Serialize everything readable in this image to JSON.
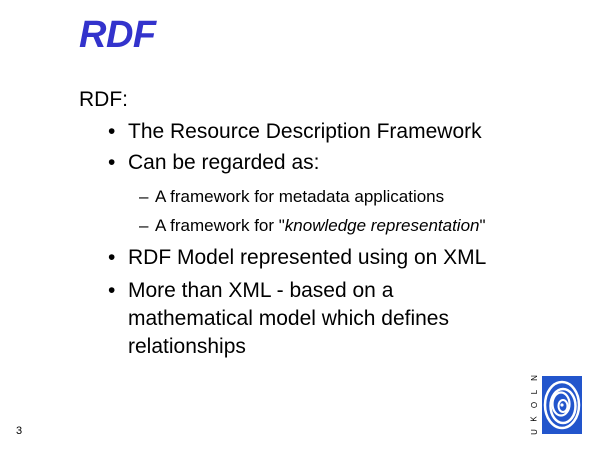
{
  "slide": {
    "title": "RDF",
    "intro": "RDF:",
    "bullet_symbol": "•",
    "dash_symbol": "–",
    "bullets_top": [
      "The Resource Description Framework",
      "Can be regarded as:"
    ],
    "sub_items": [
      {
        "prefix": "A framework for metadata applications",
        "emph": "",
        "suffix": ""
      },
      {
        "prefix": "A framework for \"",
        "emph": "knowledge representation",
        "suffix": "\""
      }
    ],
    "bullets_bottom": [
      "RDF Model represented using on XML",
      "More than XML - based  on a mathematical model which defines relationships"
    ],
    "page_number": "3"
  },
  "logo": {
    "letters": [
      "U",
      "K",
      "O",
      "L",
      "N"
    ],
    "color": "#2255cc"
  }
}
